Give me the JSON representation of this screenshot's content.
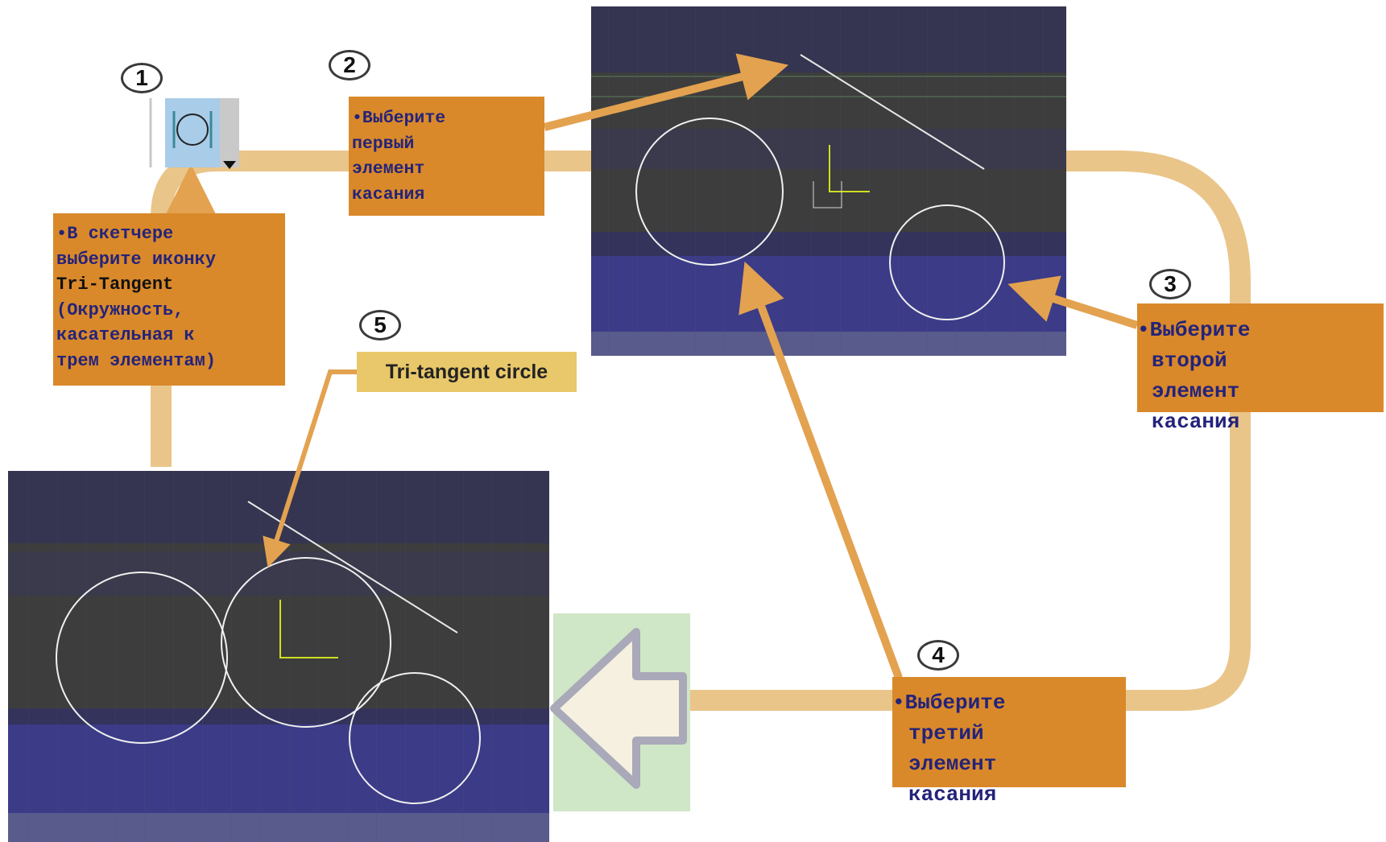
{
  "steps": {
    "step1": {
      "number": "1",
      "text": [
        "•В скетчере",
        "выберите иконку",
        "Tri-Tangent",
        "(Окружность,",
        "касательная к",
        "трем элементам)"
      ]
    },
    "step2": {
      "number": "2",
      "text": [
        "•Выберите",
        "первый",
        "элемент",
        "касания"
      ]
    },
    "step3": {
      "number": "3",
      "text": [
        "•Выберите",
        "второй",
        "элемент",
        "касания"
      ]
    },
    "step4": {
      "number": "4",
      "text": [
        "•Выберите",
        "третий",
        "элемент",
        "касания"
      ]
    },
    "step5": {
      "number": "5",
      "label": "Tri-tangent circle"
    }
  },
  "toolbar": {
    "icon": "tri-tangent-circle-icon",
    "dropdown": "dropdown-arrow-icon"
  },
  "colors": {
    "box": "#d9892a",
    "box_text": "#24237a",
    "arrow": "#e3a24f",
    "path": "#eac58a",
    "label_bg": "#e8c86a",
    "viewport_bg": "#3d3d3d"
  }
}
